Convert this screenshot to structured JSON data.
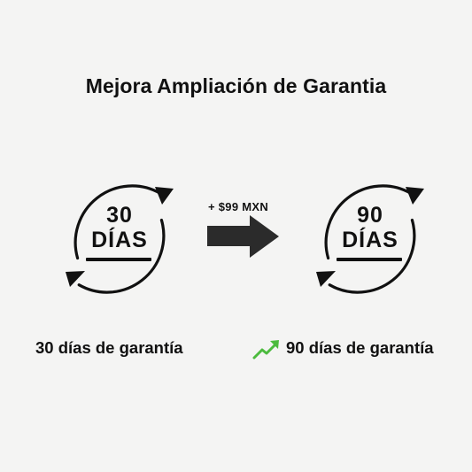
{
  "title": "Mejora Ampliación de Garantia",
  "left_badge": {
    "number": "30",
    "unit": "DÍAS",
    "icon": "refresh-cycle-icon"
  },
  "upgrade": {
    "price": "+ $99 MXN",
    "icon": "right-arrow-icon"
  },
  "right_badge": {
    "number": "90",
    "unit": "DÍAS",
    "icon": "refresh-cycle-icon"
  },
  "captions": {
    "left": "30 días de garantía",
    "right": "90 días de garantía",
    "right_icon": "trending-up-icon"
  },
  "colors": {
    "background": "#f4f4f3",
    "ink": "#111111",
    "arrow": "#2b2b2b",
    "trend": "#4cbb3e"
  }
}
